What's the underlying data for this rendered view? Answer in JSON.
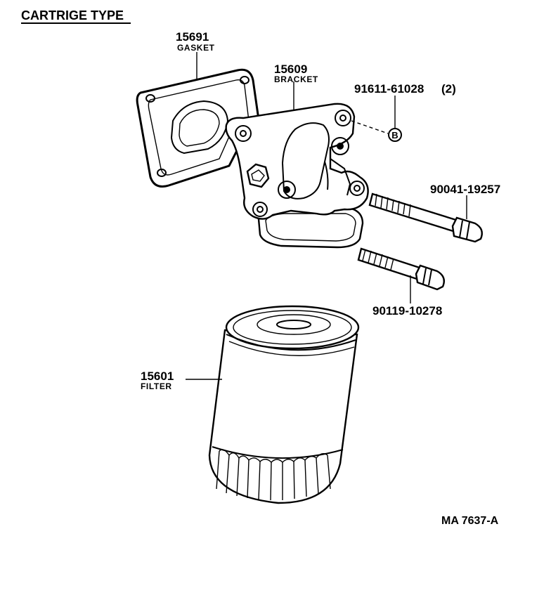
{
  "title": "CARTRIGE TYPE",
  "drawing_ref": "MA 7637-A",
  "callouts": {
    "gasket": {
      "number": "15691",
      "name": "GASKET"
    },
    "bracket": {
      "number": "15609",
      "name": "BRACKET"
    },
    "stud": {
      "number": "91611-61028",
      "qty": "(2)",
      "marker": "B"
    },
    "bolt_upper": {
      "number": "90041-19257"
    },
    "bolt_lower": {
      "number": "90119-10278"
    },
    "filter": {
      "number": "15601",
      "name": "FILTER"
    }
  }
}
